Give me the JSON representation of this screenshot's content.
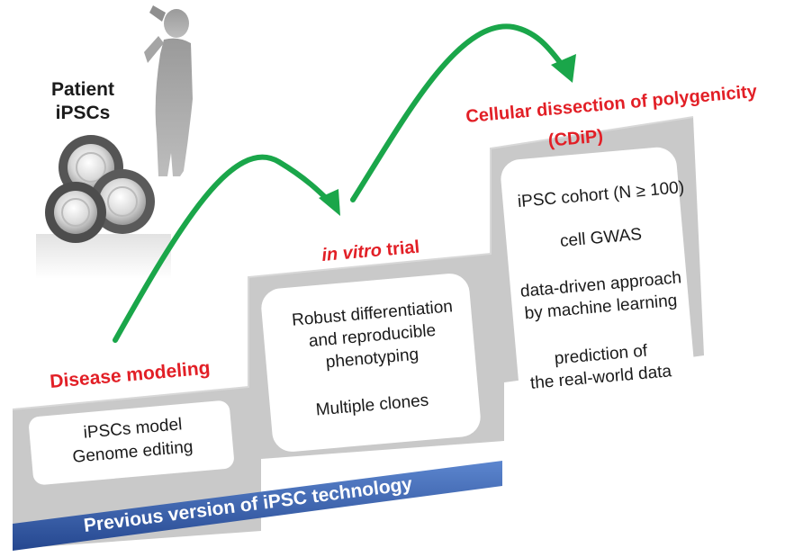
{
  "patient": {
    "line1": "Patient",
    "line2": "iPSCs"
  },
  "stages": {
    "disease_modeling": {
      "title": "Disease modeling",
      "lines": [
        "iPSCs model",
        "Genome editing"
      ]
    },
    "in_vitro_trial": {
      "title_italic": "in vitro",
      "title_rest": " trial",
      "lines": [
        "Robust differentiation",
        "and reproducible",
        "phenotyping",
        "Multiple clones"
      ]
    },
    "cdip": {
      "title_line1": "Cellular dissection of polygenicity",
      "title_line2": "(CDiP)",
      "lines": [
        "iPSC cohort (N ≥ 100)",
        "cell GWAS",
        "data-driven approach",
        "by machine learning",
        "prediction of",
        "the real-world data"
      ]
    }
  },
  "banner": {
    "label": "Previous version of iPSC technology"
  },
  "colors": {
    "stage_title": "#e21f26",
    "arrow": "#1aa64a",
    "platform": "#c7c7c7",
    "banner_top": "#4f78c4",
    "banner_bottom": "#2a4d9a",
    "text": "#1a1a1a"
  }
}
